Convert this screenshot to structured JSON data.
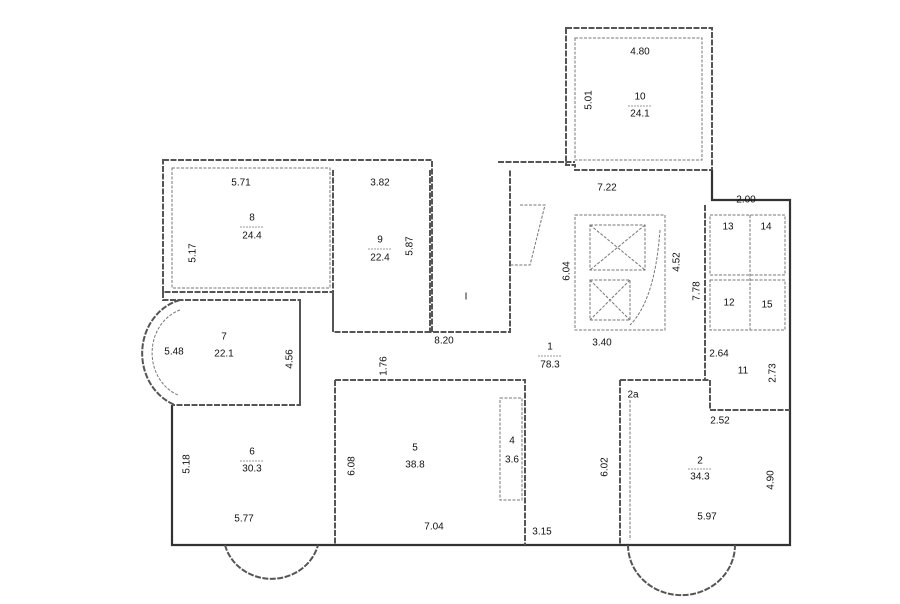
{
  "title": "Floor plan",
  "rooms": {
    "r1": {
      "num": "1",
      "area": "78.3"
    },
    "r1b": {
      "num": "I"
    },
    "r2": {
      "num": "2",
      "area": "34.3"
    },
    "r2a": {
      "num": "2a"
    },
    "r4": {
      "num": "4",
      "area": "3.6"
    },
    "r5": {
      "num": "5",
      "area": "38.8"
    },
    "r6": {
      "num": "6",
      "area": "30.3"
    },
    "r7": {
      "num": "7",
      "area": "22.1"
    },
    "r8": {
      "num": "8",
      "area": "24.4"
    },
    "r9": {
      "num": "9",
      "area": "22.4"
    },
    "r10": {
      "num": "10",
      "area": "24.1"
    },
    "r11": {
      "num": "11"
    },
    "r12": {
      "num": "12"
    },
    "r13": {
      "num": "13"
    },
    "r14": {
      "num": "14"
    },
    "r15": {
      "num": "15"
    }
  },
  "dims": {
    "d480": "4.80",
    "d501": "5.01",
    "d722": "7.22",
    "d571": "5.71",
    "d517": "5.17",
    "d382": "3.82",
    "d587": "5.87",
    "d820": "8.20",
    "d176": "1.76",
    "d548": "5.48",
    "d456": "4.56",
    "d604": "6.04",
    "d452": "4.52",
    "d340": "3.40",
    "d778": "7.78",
    "d200": "2.00",
    "d264": "2.64",
    "d273": "2.73",
    "d252": "2.52",
    "d518": "5.18",
    "d577": "5.77",
    "d608": "6.08",
    "d704": "7.04",
    "d315": "3.15",
    "d602": "6.02",
    "d490": "4.90",
    "d597": "5.97"
  }
}
